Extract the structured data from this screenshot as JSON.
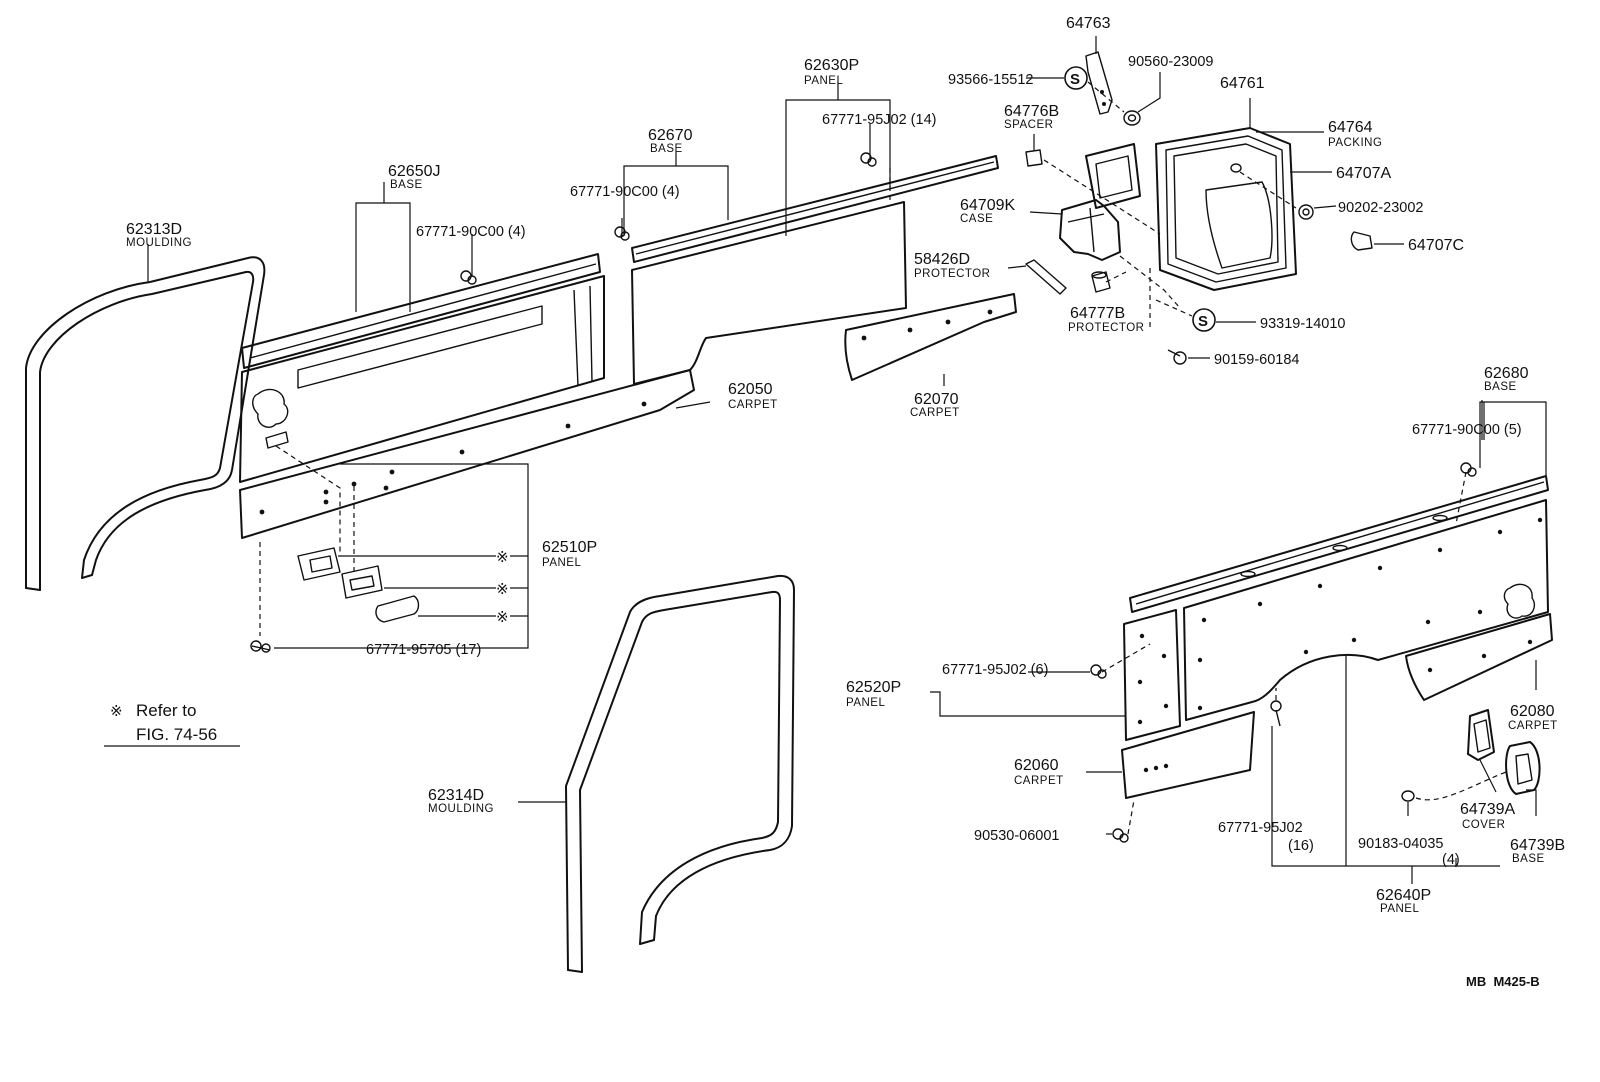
{
  "parts": {
    "p64763": {
      "num": "64763"
    },
    "p93566": {
      "num": "93566-15512",
      "symbol": "S"
    },
    "p90560": {
      "num": "90560-23009"
    },
    "p64761": {
      "num": "64761"
    },
    "p64776B": {
      "num": "64776B",
      "name": "SPACER"
    },
    "p64764": {
      "num": "64764",
      "name": "PACKING"
    },
    "p64707A": {
      "num": "64707A"
    },
    "p64709K": {
      "num": "64709K",
      "name": "CASE"
    },
    "p90202": {
      "num": "90202-23002"
    },
    "p64707C": {
      "num": "64707C"
    },
    "p58426D": {
      "num": "58426D",
      "name": "PROTECTOR"
    },
    "p64777B": {
      "num": "64777B",
      "name": "PROTECTOR"
    },
    "p93319": {
      "num": "93319-14010",
      "symbol": "S"
    },
    "p90159": {
      "num": "90159-60184"
    },
    "p62630P": {
      "num": "62630P",
      "name": "PANEL"
    },
    "p67771_95J02_14": {
      "num": "67771-95J02 (14)"
    },
    "p62670": {
      "num": "62670",
      "name": "BASE"
    },
    "p67771_90C00_4a": {
      "num": "67771-90C00 (4)"
    },
    "p62650J": {
      "num": "62650J",
      "name": "BASE"
    },
    "p67771_90C00_4b": {
      "num": "67771-90C00 (4)"
    },
    "p62313D": {
      "num": "62313D",
      "name": "MOULDING"
    },
    "p62050": {
      "num": "62050",
      "name": "CARPET"
    },
    "p62070": {
      "num": "62070",
      "name": "CARPET"
    },
    "p62510P": {
      "num": "62510P",
      "name": "PANEL",
      "mark": "※"
    },
    "p67771_95705": {
      "num": "67771-95705 (17)"
    },
    "p62680": {
      "num": "62680",
      "name": "BASE"
    },
    "p67771_90C00_5": {
      "num": "67771-90C00 (5)"
    },
    "p67771_95J02_6": {
      "num": "67771-95J02 (6)"
    },
    "p62520P": {
      "num": "62520P",
      "name": "PANEL"
    },
    "p62080": {
      "num": "62080",
      "name": "CARPET"
    },
    "p62060": {
      "num": "62060",
      "name": "CARPET"
    },
    "p64739A": {
      "num": "64739A",
      "name": "COVER"
    },
    "p64739B": {
      "num": "64739B",
      "name": "BASE"
    },
    "p90530": {
      "num": "90530-06001"
    },
    "p67771_95J02_16": {
      "num": "67771-95J02",
      "qty": "(16)"
    },
    "p90183": {
      "num": "90183-04035",
      "qty": "(4)"
    },
    "p62640P": {
      "num": "62640P",
      "name": "PANEL"
    },
    "p62314D": {
      "num": "62314D",
      "name": "MOULDING"
    }
  },
  "note": {
    "mark": "※",
    "line1": "Refer to",
    "line2": "FIG. 74-56"
  },
  "footer": {
    "code": "MB  M425-B"
  }
}
